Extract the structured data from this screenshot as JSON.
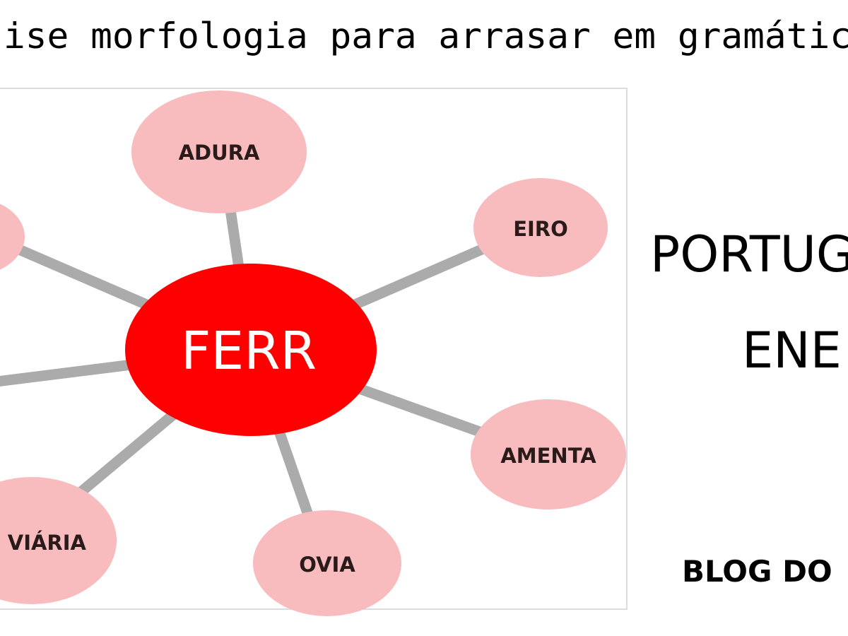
{
  "title": "ise morfologia para arrasar em gramátic",
  "diagram": {
    "center": {
      "label": "FERR",
      "color": "#ff0000"
    },
    "leaf_color": "#f8bcbf",
    "edge_color": "#ababab",
    "nodes": [
      {
        "label": "ADURA"
      },
      {
        "label": "EIRO"
      },
      {
        "label": "AMENTA"
      },
      {
        "label": "OVIA"
      },
      {
        "label": "VIÁRIA"
      },
      {
        "label": ""
      }
    ]
  },
  "side_text": {
    "line1": "PORTUG",
    "line2": "ENE",
    "blog": "BLOG DO"
  }
}
